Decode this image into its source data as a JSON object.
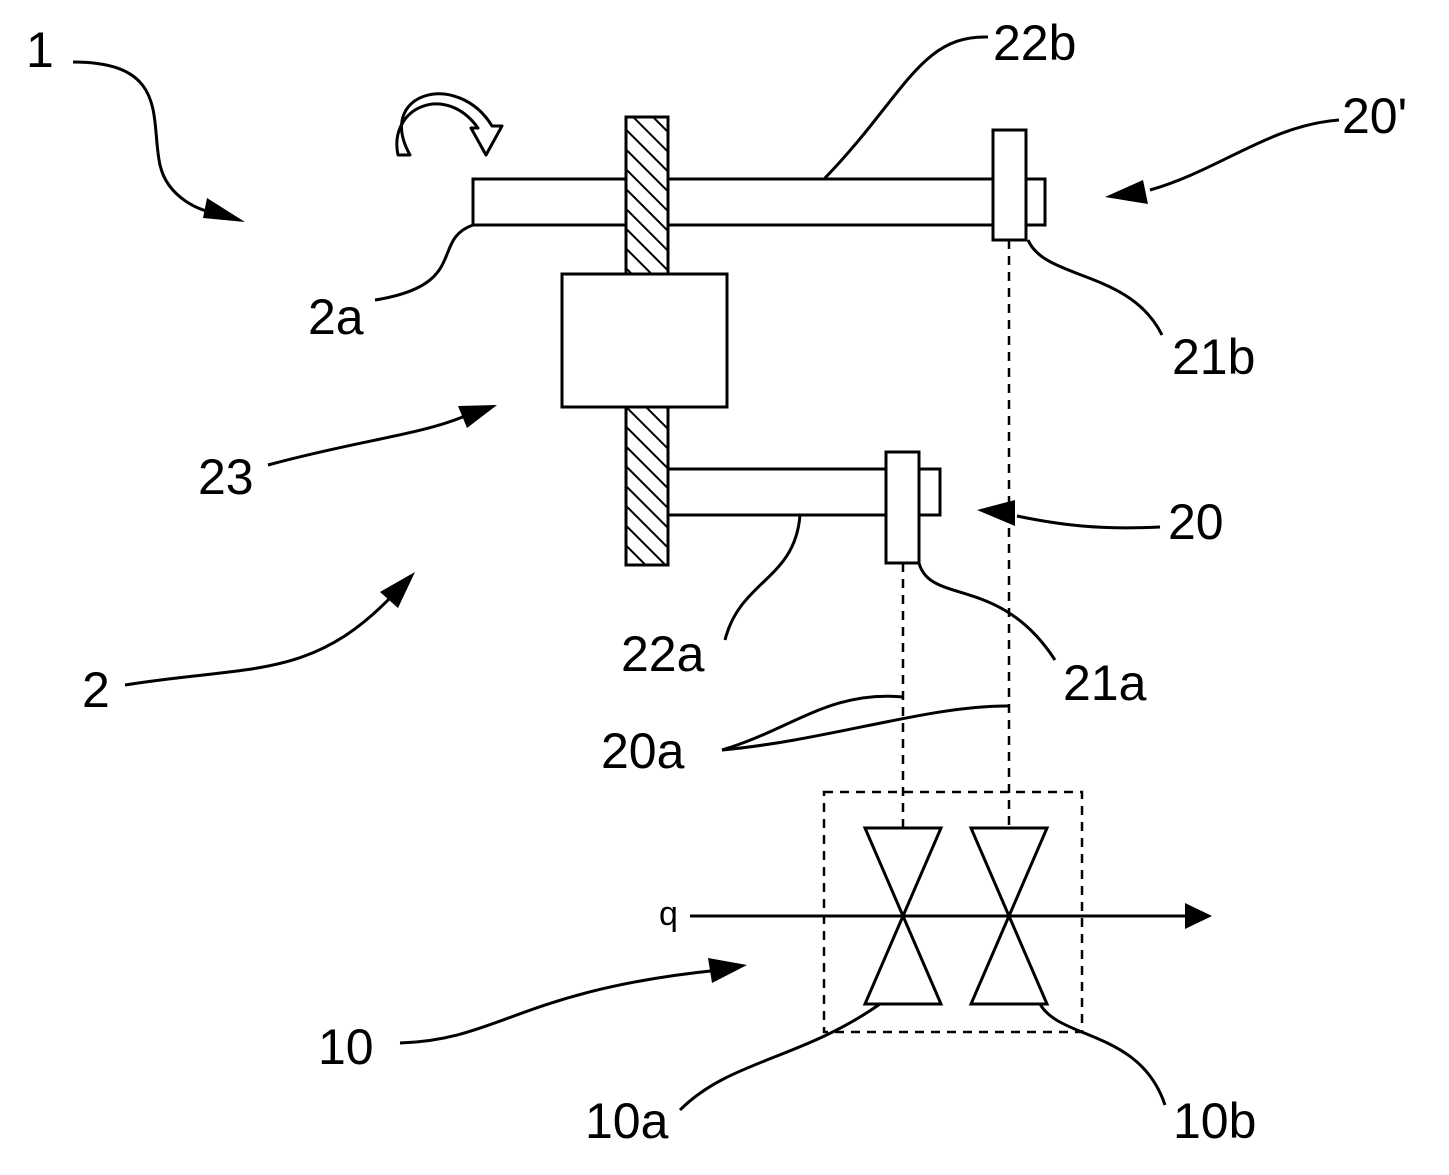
{
  "diagram": {
    "labels": {
      "system": "1",
      "device": "2",
      "axis_end": "2a",
      "valve_group": "10",
      "valve_a": "10a",
      "valve_b": "10b",
      "unit_lower": "20",
      "unit_upper": "20'",
      "signal_lines": "20a",
      "sensor_a": "21a",
      "sensor_b": "21b",
      "arm_a": "22a",
      "arm_b": "22b",
      "gear_body": "23",
      "flow": "q"
    },
    "icons": {
      "rotation": "rotation-arrow-icon",
      "pointer": "arrow-head-icon"
    },
    "colors": {
      "line": "#000000",
      "background": "#ffffff"
    }
  }
}
